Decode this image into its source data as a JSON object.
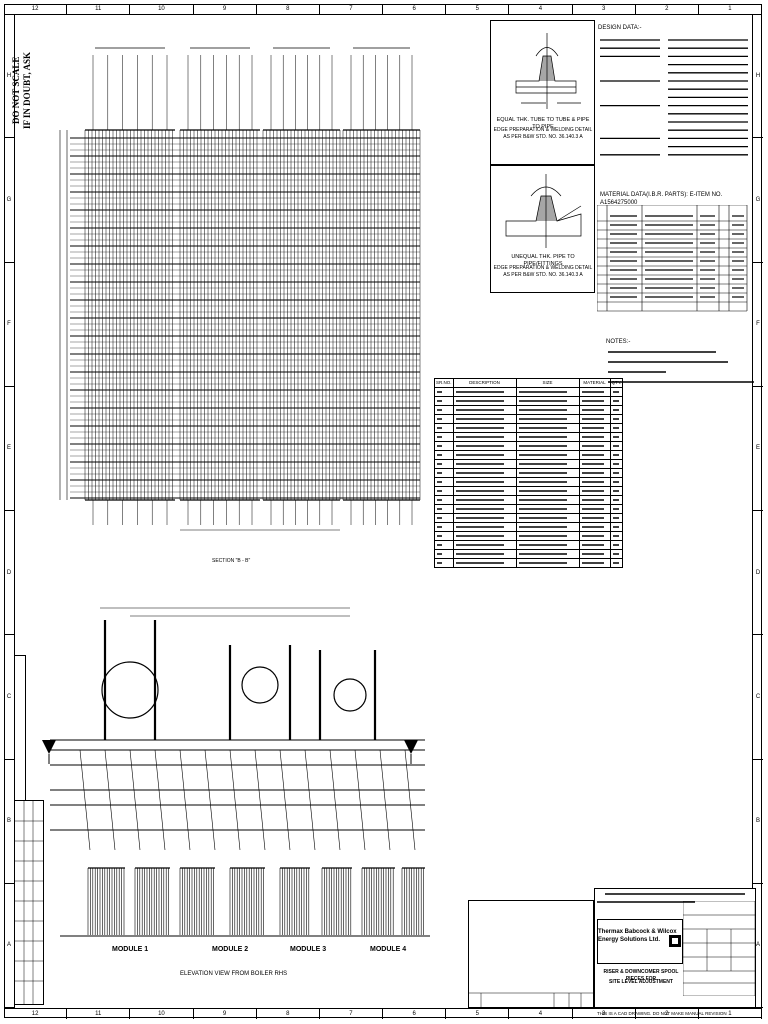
{
  "grid": {
    "columns": [
      "12",
      "11",
      "10",
      "9",
      "8",
      "7",
      "6",
      "5",
      "4",
      "3",
      "2",
      "1"
    ],
    "rows": [
      "H",
      "G",
      "F",
      "E",
      "D",
      "C",
      "B",
      "A"
    ]
  },
  "warning": {
    "line1": "DO NOT SCALE",
    "line2": "IF IN DOUBT, ASK"
  },
  "design_data": {
    "title": "DESIGN DATA:-"
  },
  "weld_details": {
    "top_title": "EQUAL THK. TUBE TO TUBE & PIPE TO PIPE",
    "top_sub1": "EDGE PREPARATION & WELDING DETAIL",
    "top_sub2": "AS PER B&W STD. NO. 36.140.3 A",
    "bottom_title": "UNEQUAL THK. PIPE TO PIPE/FITTINGS",
    "bottom_sub1": "EDGE PREPARATION & WELDING DETAIL",
    "bottom_sub2": "AS PER B&W STD. NO. 36.140.3 A"
  },
  "material_data": {
    "title": "MATERIAL DATA(I.B.R. PARTS): E-ITEM NO. A1564275000"
  },
  "notes": {
    "title": "NOTES:-"
  },
  "parts_list": {
    "headers": [
      "SR.NO.",
      "DESCRIPTION",
      "SIZE",
      "MATERIAL",
      "QTY."
    ]
  },
  "plan_view": {
    "section_label": "SECTION \"B - B\""
  },
  "elevation": {
    "modules": [
      "MODULE 1",
      "MODULE 2",
      "MODULE 3",
      "MODULE 4"
    ],
    "caption": "ELEVATION VIEW FROM BOILER RHS"
  },
  "title_block": {
    "company_line1": "Thermax Babcock & Wilcox",
    "company_line2": "Energy Solutions Ltd.",
    "drawing_title1": "RISER & DOWNCOMER SPOOL PIECES FOR",
    "drawing_title2": "SITE LEVEL ADJUSTMENT",
    "bottom_note": "THIS IS A CAD DRAWING. DO NOT MAKE MANUAL REVISION"
  },
  "colors": {
    "ink": "#000000",
    "paper": "#ffffff"
  }
}
